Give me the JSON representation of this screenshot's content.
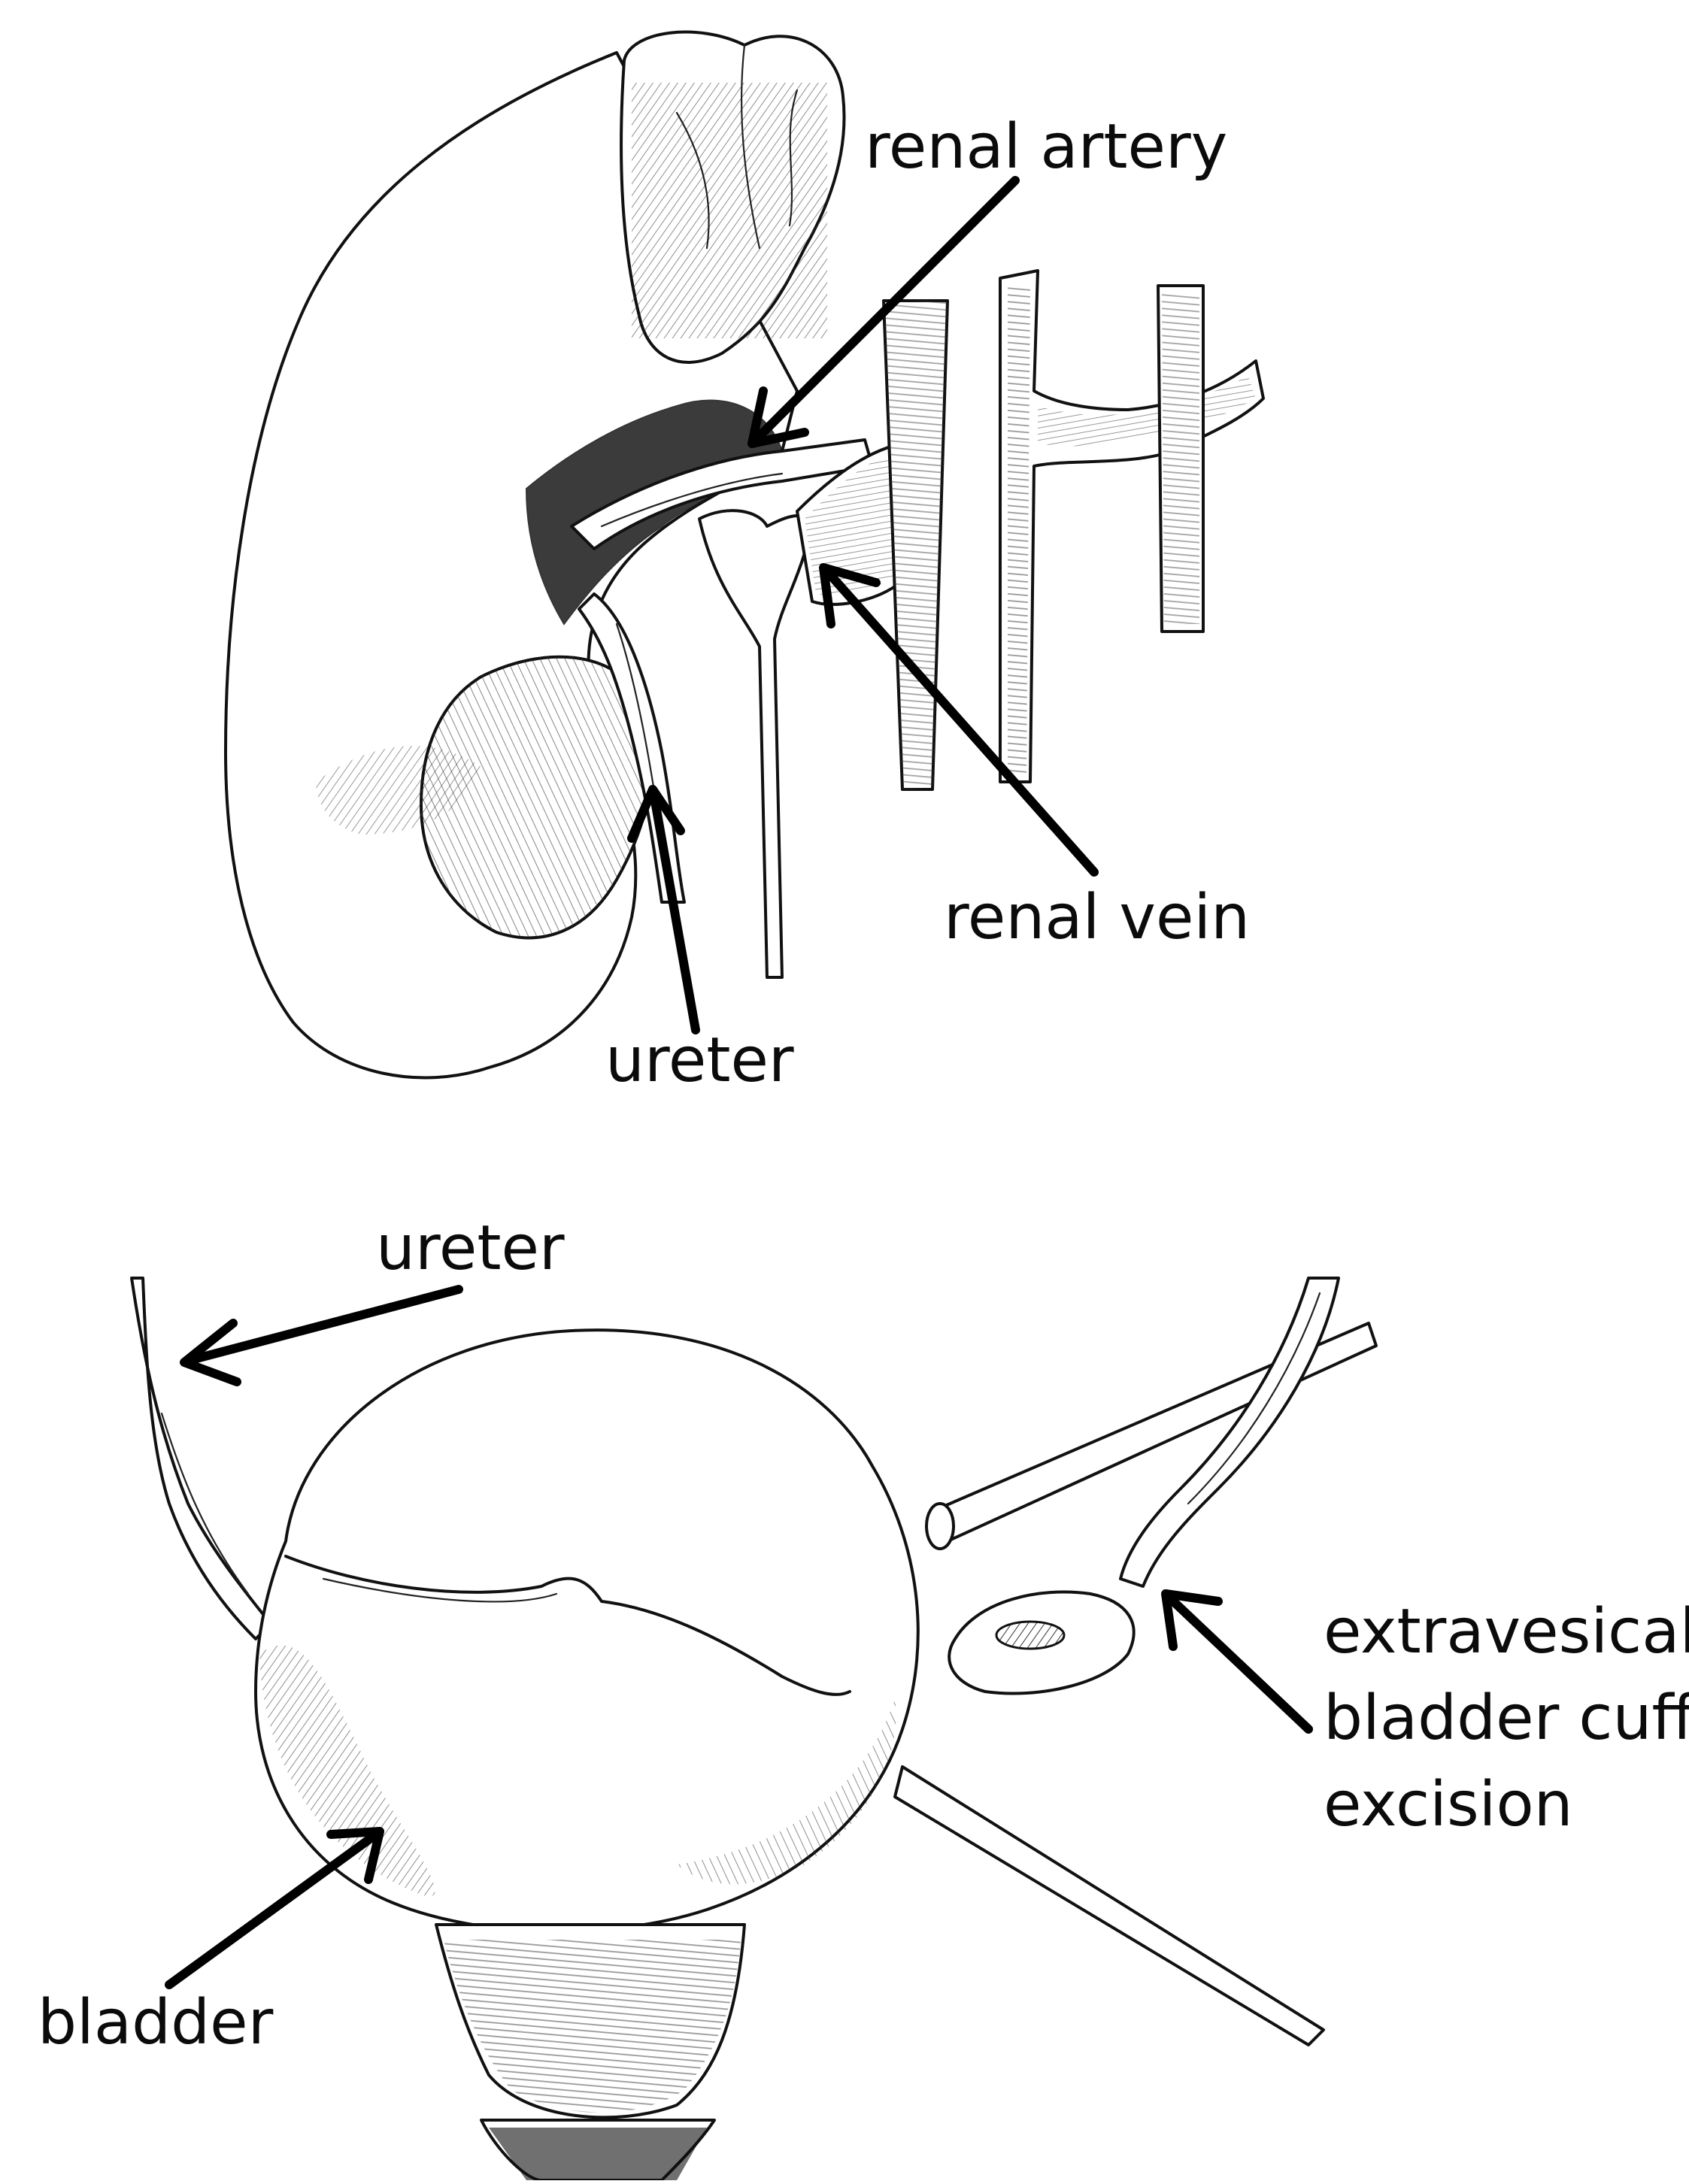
{
  "labels": {
    "renal_artery": "renal artery",
    "renal_vein": "renal vein",
    "ureter_top": "ureter",
    "ureter_bottom": "ureter",
    "bladder": "bladder",
    "cuff_line1": "extravesical",
    "cuff_line2": "bladder cuff",
    "cuff_line3": "excision"
  },
  "colors": {
    "ink": "#111111",
    "background": "#ffffff"
  }
}
